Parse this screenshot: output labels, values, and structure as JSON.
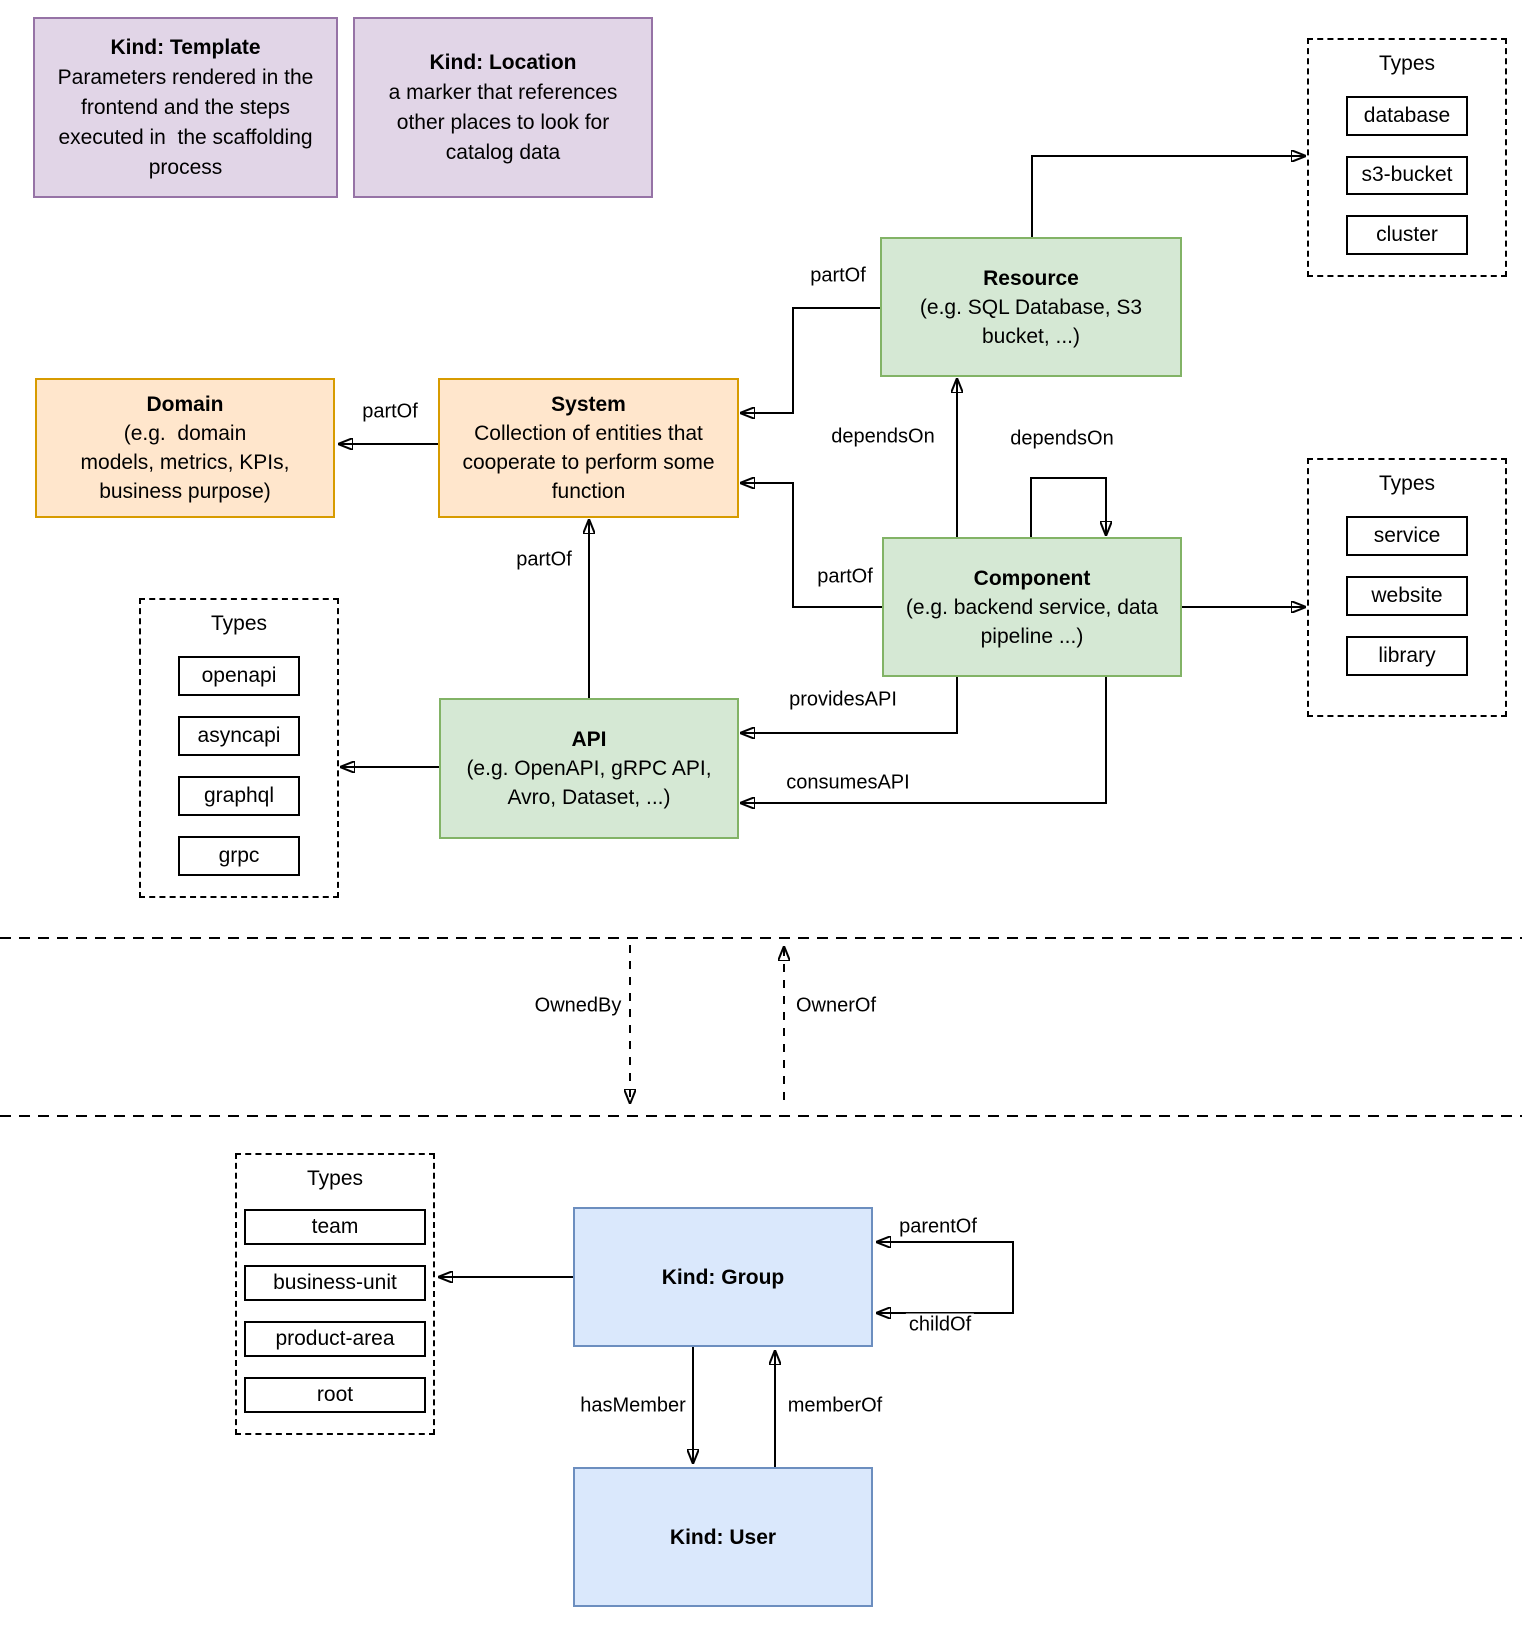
{
  "nodes": {
    "template": {
      "title": "Kind: Template",
      "lines": [
        "Parameters rendered in the",
        "frontend and the steps",
        "executed in  the scaffolding",
        "process"
      ]
    },
    "location": {
      "title": "Kind: Location",
      "lines": [
        "a marker that references",
        "other places to look for",
        "catalog data"
      ]
    },
    "resource": {
      "title": "Resource",
      "lines": [
        "(e.g. SQL Database, S3",
        "bucket, ...)"
      ]
    },
    "domain": {
      "title": "Domain",
      "lines": [
        "(e.g.  domain",
        "models, metrics, KPIs,",
        "business purpose)"
      ]
    },
    "system": {
      "title": "System",
      "lines": [
        "Collection of entities that",
        "cooperate to perform some",
        "function"
      ]
    },
    "component": {
      "title": "Component",
      "lines": [
        "(e.g. backend service, data",
        "pipeline ...)"
      ]
    },
    "api": {
      "title": "API",
      "lines": [
        "(e.g. OpenAPI, gRPC API,",
        "Avro, Dataset, ...)"
      ]
    },
    "group": {
      "title": "Kind: Group"
    },
    "user": {
      "title": "Kind: User"
    }
  },
  "type_boxes": {
    "resource_types": {
      "title": "Types",
      "items": [
        "database",
        "s3-bucket",
        "cluster"
      ]
    },
    "component_types": {
      "title": "Types",
      "items": [
        "service",
        "website",
        "library"
      ]
    },
    "api_types": {
      "title": "Types",
      "items": [
        "openapi",
        "asyncapi",
        "graphql",
        "grpc"
      ]
    },
    "group_types": {
      "title": "Types",
      "items": [
        "team",
        "business-unit",
        "product-area",
        "root"
      ]
    }
  },
  "labels": {
    "partof_resource_system": "partOf",
    "partof_system_domain": "partOf",
    "partof_component_system": "partOf",
    "partof_api_system": "partOf",
    "dependson_component_resource": "dependsOn",
    "dependson_component_component": "dependsOn",
    "providesapi": "providesAPI",
    "consumesapi": "consumesAPI",
    "ownedby": "OwnedBy",
    "ownerof": "OwnerOf",
    "parentof": "parentOf",
    "childof": "childOf",
    "hasmember": "hasMember",
    "memberof": "memberOf"
  },
  "colors": {
    "entity_green_fill": "#d5e8d4",
    "entity_green_stroke": "#82b366",
    "entity_orange_fill": "#ffe6cc",
    "entity_orange_stroke": "#d79b00",
    "kind_purple_fill": "#e1d5e7",
    "kind_purple_stroke": "#9673a6",
    "kind_blue_fill": "#dae8fc",
    "kind_blue_stroke": "#6c8ebf",
    "edge": "#000000",
    "background": "#ffffff"
  }
}
